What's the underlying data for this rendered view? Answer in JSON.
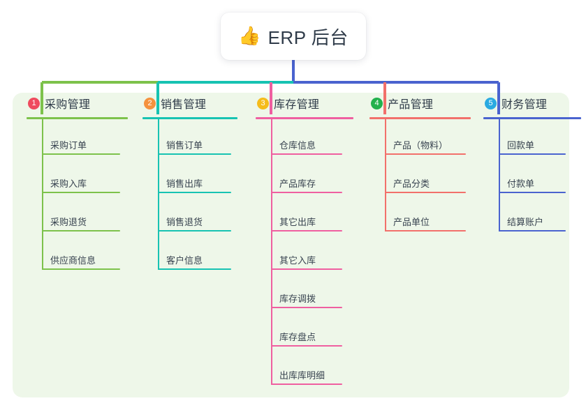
{
  "root": {
    "icon": "thumbs-up-icon",
    "emoji": "👍",
    "title": "ERP 后台"
  },
  "colors": {
    "purchase": "#7dc24b",
    "sales": "#17c3b2",
    "inventory": "#ef5fa0",
    "product": "#f2706b",
    "finance": "#4a63cf",
    "root_stem": "#4a63cf",
    "panel_bg": "#eef7e9",
    "badge_1": "#ef4b5e",
    "badge_2": "#f5923e",
    "badge_3": "#f5bc1b",
    "badge_4": "#22b14c",
    "badge_5": "#2aaae1"
  },
  "columns": [
    {
      "badge": "1",
      "badge_color": "#ef4b5e",
      "title": "采购管理",
      "color": "#7dc24b",
      "items": [
        {
          "label": "采购订单"
        },
        {
          "label": "采购入库"
        },
        {
          "label": "采购退货"
        },
        {
          "label": "供应商信息"
        }
      ]
    },
    {
      "badge": "2",
      "badge_color": "#f5923e",
      "title": "销售管理",
      "color": "#17c3b2",
      "items": [
        {
          "label": "销售订单"
        },
        {
          "label": "销售出库"
        },
        {
          "label": "销售退货"
        },
        {
          "label": "客户信息"
        }
      ]
    },
    {
      "badge": "3",
      "badge_color": "#f5bc1b",
      "title": "库存管理",
      "color": "#ef5fa0",
      "items": [
        {
          "label": "仓库信息"
        },
        {
          "label": "产品库存"
        },
        {
          "label": "其它出库"
        },
        {
          "label": "其它入库"
        },
        {
          "label": "库存调拨"
        },
        {
          "label": "库存盘点"
        },
        {
          "label": "出库库明细"
        }
      ]
    },
    {
      "badge": "4",
      "badge_color": "#22b14c",
      "title": "产品管理",
      "color": "#f2706b",
      "items": [
        {
          "label": "产品（物料）"
        },
        {
          "label": "产品分类"
        },
        {
          "label": "产品单位"
        }
      ]
    },
    {
      "badge": "5",
      "badge_color": "#2aaae1",
      "title": "财务管理",
      "color": "#4a63cf",
      "items": [
        {
          "label": "回款单"
        },
        {
          "label": "付款单"
        },
        {
          "label": "结算账户"
        }
      ]
    }
  ]
}
